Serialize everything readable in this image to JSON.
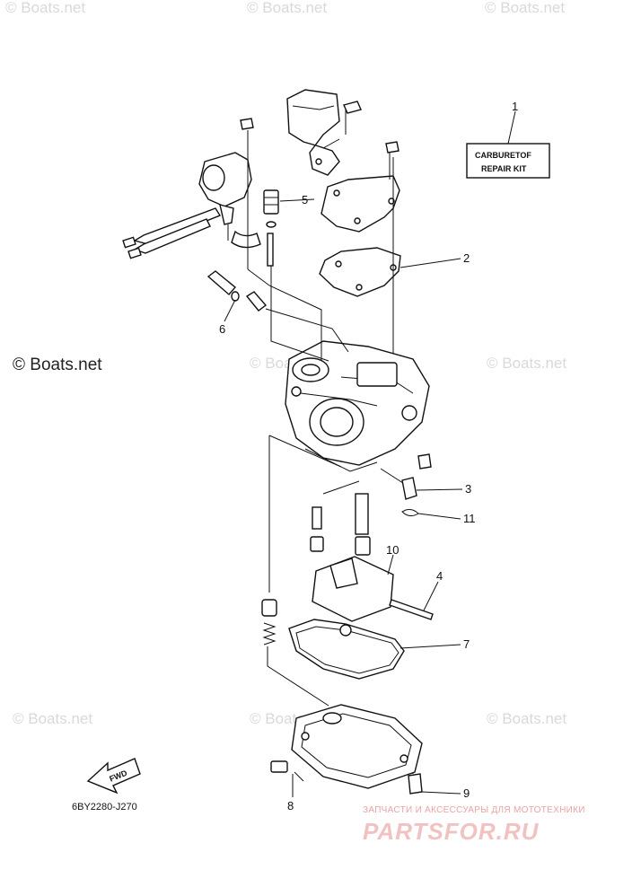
{
  "diagram": {
    "kit_label": {
      "line1": "CARBURETOF",
      "line2": "REPAIR  KIT"
    },
    "diagram_code": "6BY2280-J270",
    "fwd_label": "FWD",
    "callouts": [
      {
        "id": "1",
        "label": "1"
      },
      {
        "id": "2",
        "label": "2"
      },
      {
        "id": "3",
        "label": "3"
      },
      {
        "id": "4",
        "label": "4"
      },
      {
        "id": "5",
        "label": "5"
      },
      {
        "id": "6",
        "label": "6"
      },
      {
        "id": "7",
        "label": "7"
      },
      {
        "id": "8",
        "label": "8"
      },
      {
        "id": "9",
        "label": "9"
      },
      {
        "id": "10",
        "label": "10"
      },
      {
        "id": "11",
        "label": "11"
      }
    ]
  },
  "watermarks": {
    "boats_text": "© Boats.net"
  },
  "branding": {
    "tagline": "ЗАПЧАСТИ И АКСЕССУАРЫ ДЛЯ МОТОТЕХНИКИ",
    "logo": "PARTSFOR.RU"
  }
}
